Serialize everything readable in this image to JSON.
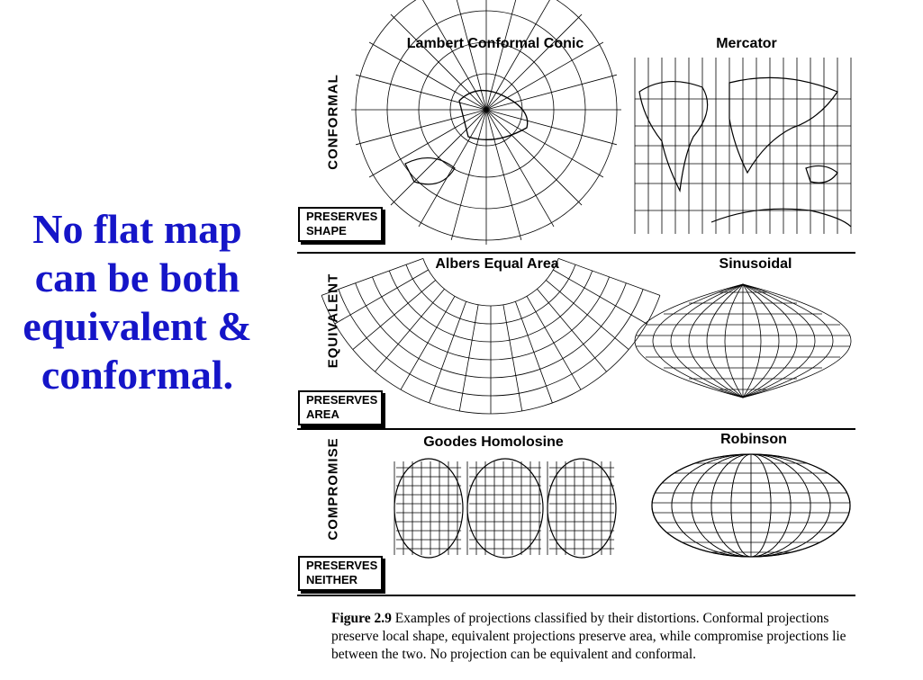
{
  "headline": {
    "line1": "No flat map",
    "line2": "can be both",
    "line3": "equivalent &",
    "line4": "conformal."
  },
  "figure": {
    "rows": [
      {
        "label": "CONFORMAL",
        "box_line1": "PRESERVES",
        "box_line2": "SHAPE",
        "maps": [
          "Lambert Conformal Conic",
          "Mercator"
        ]
      },
      {
        "label": "EQUIVALENT",
        "box_line1": "PRESERVES",
        "box_line2": "AREA",
        "maps": [
          "Albers Equal Area",
          "Sinusoidal"
        ]
      },
      {
        "label": "COMPROMISE",
        "box_line1": "PRESERVES",
        "box_line2": "NEITHER",
        "maps": [
          "Goodes Homolosine",
          "Robinson"
        ]
      }
    ],
    "caption": {
      "label": "Figure 2.9",
      "text": " Examples of projections classified by their distortions. Conformal projections preserve local shape, equivalent projections preserve area, while compromise projections lie between the two. No projection can be equivalent and conformal."
    }
  },
  "colors": {
    "headline": "#1515c8",
    "ink": "#000000"
  }
}
